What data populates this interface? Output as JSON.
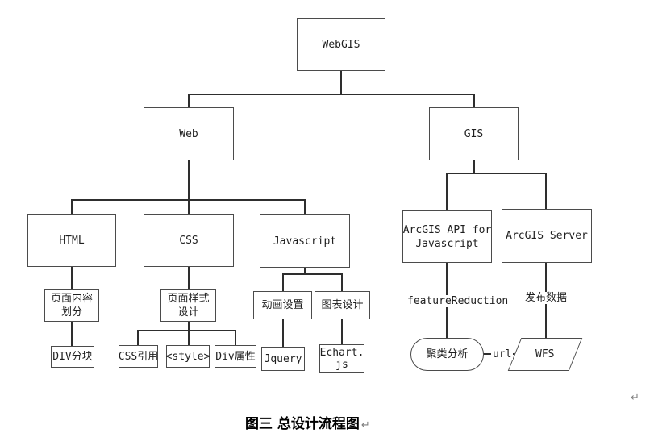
{
  "diagram": {
    "nodes": {
      "webgis": {
        "label": "WebGIS"
      },
      "web": {
        "label": "Web"
      },
      "gis": {
        "label": "GIS"
      },
      "html": {
        "label": "HTML"
      },
      "css": {
        "label": "CSS"
      },
      "javascript": {
        "label": "Javascript"
      },
      "arcgis_api": {
        "lines": [
          "ArcGIS API for",
          "Javascript"
        ]
      },
      "arcgis_server": {
        "label": "ArcGIS Server"
      },
      "page_content": {
        "lines": [
          "页面内容",
          "划分"
        ]
      },
      "page_style": {
        "lines": [
          "页面样式",
          "设计"
        ]
      },
      "animation": {
        "label": "动画设置"
      },
      "chart_design": {
        "label": "图表设计"
      },
      "div_block": {
        "label": "DIV分块"
      },
      "css_ref": {
        "label": "CSS引用"
      },
      "style_tag": {
        "label": "<style>"
      },
      "div_attr": {
        "label": "Div属性"
      },
      "jquery": {
        "label": "Jquery"
      },
      "echarts": {
        "lines": [
          "Echart.",
          "js"
        ]
      },
      "cluster": {
        "label": "聚类分析"
      },
      "wfs": {
        "label": "WFS"
      }
    },
    "edge_labels": {
      "feature_reduction": "featureReduction",
      "publish_data": "发布数据",
      "url": "url"
    }
  },
  "caption": {
    "text": "图三 总设计流程图"
  },
  "marks": {
    "return_glyph": "↵"
  },
  "colors": {
    "background": "#ffffff",
    "line": "#2e2e2e",
    "box_border": "#4b4b4b",
    "text": "#1f1f1f",
    "return_mark": "#808080"
  }
}
